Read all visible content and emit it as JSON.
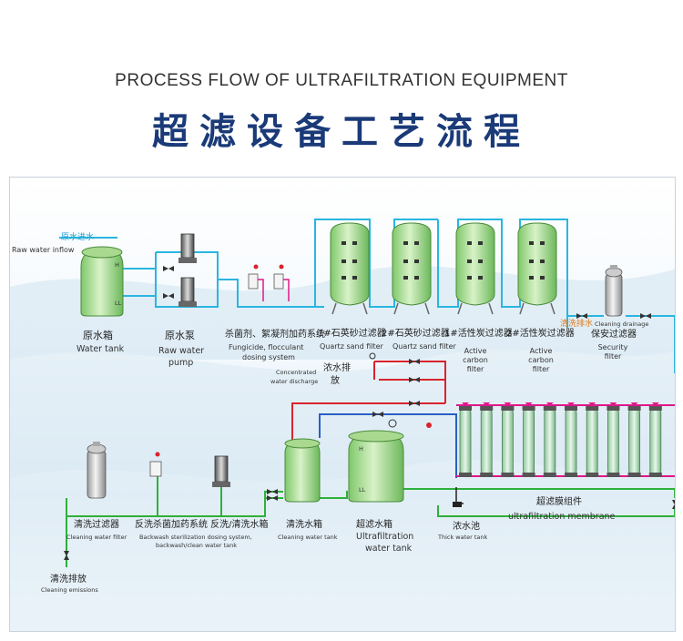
{
  "header": {
    "title_en": "PROCESS FLOW OF ULTRAFILTRATION EQUIPMENT",
    "title_cn": "超滤设备工艺流程"
  },
  "diagram": {
    "raw_water_in_cn": "原水进水",
    "raw_water_in_en": "Raw water inflow",
    "water_tank_cn": "原水箱",
    "water_tank_en": "Water tank",
    "raw_pump_cn": "原水泵",
    "raw_pump_en1": "Raw water",
    "raw_pump_en2": "pump",
    "dosing_cn": "杀菌剂、絮凝剂加药系统",
    "dosing_en1": "Fungicide, flocculant",
    "dosing_en2": "dosing system",
    "quartz1_cn": "1#石英砂过滤器",
    "quartz2_cn": "2#石英砂过滤器",
    "quartz1_en": "Quartz sand filter",
    "quartz2_en": "Quartz sand filter",
    "carbon1_cn": "1#活性炭过滤器",
    "carbon2_cn": "2#活性炭过滤器",
    "carbon_en1": "Active",
    "carbon_en2": "carbon",
    "carbon_en3": "filter",
    "clean_drain_cn": "清洗排水",
    "clean_drain_en": "Cleaning drainage",
    "security_cn": "保安过滤器",
    "security_en1": "Security",
    "security_en2": "filter",
    "conc_cn1": "浓水排",
    "conc_cn2": "放",
    "conc_en1": "Concentrated",
    "conc_en2": "water discharge",
    "uf_membrane_cn": "超滤膜组件",
    "uf_membrane_en": "ultrafiltration membrane",
    "thick_cn": "浓水池",
    "thick_en": "Thick water tank",
    "uf_tank_cn": "超滤水箱",
    "uf_tank_en1": "Ultrafiltration",
    "uf_tank_en2": "water tank",
    "cleaning_tank_cn": "清洗水箱",
    "cleaning_tank_en": "Cleaning water tank",
    "backwash_cn": "反洗杀菌加药系统 反洗/清洗水箱",
    "backwash_en1": "Backwash sterilization dosing system,",
    "backwash_en2": "backwash/clean water tank",
    "clean_filter_cn": "清洗过滤器",
    "clean_filter_en": "Cleaning water filter",
    "clean_emit_cn": "清洗排放",
    "clean_emit_en": "Cleaning emissions"
  },
  "colors": {
    "title_cn": "#1a3a78",
    "pipe_cyan": "#29b6e0",
    "pipe_green": "#2fb13a",
    "pipe_red": "#d9232d",
    "pipe_blue": "#2a5fc4",
    "pipe_magenta": "#e0168a",
    "label_cyan": "#1a9fd6",
    "label_orange": "#e07a1a"
  }
}
